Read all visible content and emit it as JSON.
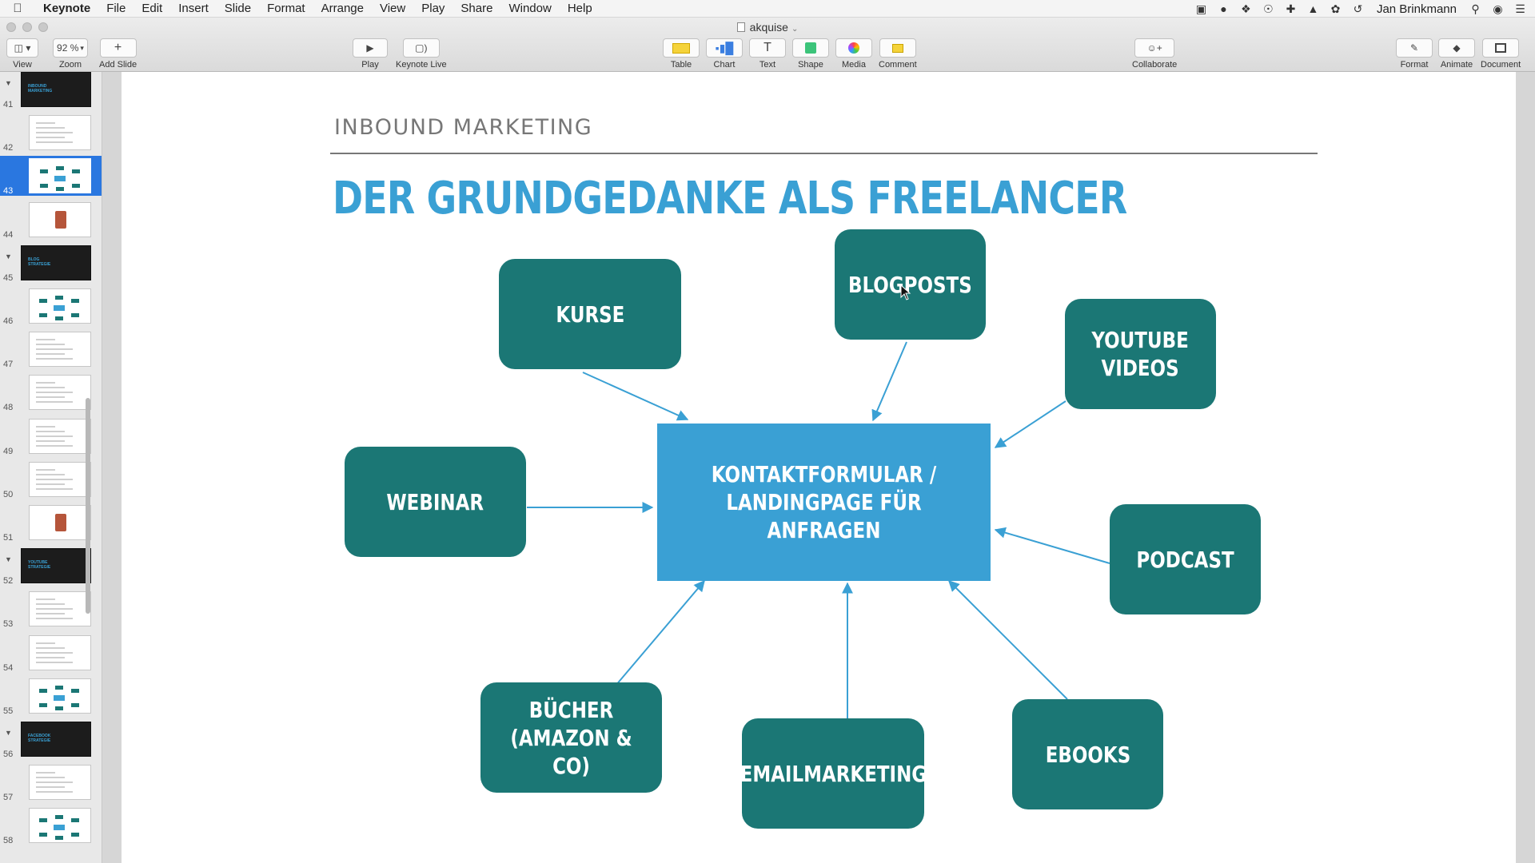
{
  "menubar": {
    "apple": "",
    "items": [
      "Keynote",
      "File",
      "Edit",
      "Insert",
      "Slide",
      "Format",
      "Arrange",
      "View",
      "Play",
      "Share",
      "Window",
      "Help"
    ],
    "user": "Jan Brinkmann"
  },
  "window": {
    "title": "akquise"
  },
  "toolbar": {
    "view_label": "View",
    "zoom_value": "92 %",
    "zoom_label": "Zoom",
    "add_slide_label": "Add Slide",
    "play_label": "Play",
    "keynote_live_label": "Keynote Live",
    "table_label": "Table",
    "chart_label": "Chart",
    "text_label": "Text",
    "shape_label": "Shape",
    "media_label": "Media",
    "comment_label": "Comment",
    "collaborate_label": "Collaborate",
    "format_label": "Format",
    "animate_label": "Animate",
    "document_label": "Document"
  },
  "navigator": {
    "slides": [
      {
        "num": "41",
        "style": "dark",
        "group": true,
        "text": "INBOUND\nMARKETING"
      },
      {
        "num": "42",
        "style": "text"
      },
      {
        "num": "43",
        "style": "diagram",
        "selected": true
      },
      {
        "num": "44",
        "style": "image"
      },
      {
        "num": "45",
        "style": "dark",
        "group": true,
        "text": "BLOG\nSTRATEGIE"
      },
      {
        "num": "46",
        "style": "diagram"
      },
      {
        "num": "47",
        "style": "text"
      },
      {
        "num": "48",
        "style": "text"
      },
      {
        "num": "49",
        "style": "text"
      },
      {
        "num": "50",
        "style": "text"
      },
      {
        "num": "51",
        "style": "image"
      },
      {
        "num": "52",
        "style": "dark",
        "group": true,
        "text": "YOUTUBE\nSTRATEGIE"
      },
      {
        "num": "53",
        "style": "text"
      },
      {
        "num": "54",
        "style": "text"
      },
      {
        "num": "55",
        "style": "diagram"
      },
      {
        "num": "56",
        "style": "dark",
        "group": true,
        "text": "FACEBOOK\nSTRATEGIE"
      },
      {
        "num": "57",
        "style": "text"
      },
      {
        "num": "58",
        "style": "diagram"
      }
    ]
  },
  "slide": {
    "kicker": "INBOUND MARKETING",
    "title": "DER GRUNDGEDANKE ALS FREELANCER",
    "center": "KONTAKTFORMULAR /\nLANDINGPAGE FÜR ANFRAGEN",
    "nodes": {
      "kurse": "KURSE",
      "blogposts": "BLOGPOSTS",
      "youtube": "YOUTUBE\nVIDEOS",
      "webinar": "WEBINAR",
      "podcast": "PODCAST",
      "buecher": "BÜCHER\n(AMAZON & CO)",
      "emailmarketing": "EMAILMARKETING",
      "ebooks": "EBOOKS"
    }
  },
  "colors": {
    "node": "#1b7775",
    "center": "#3aa0d4",
    "title": "#3aa0d4",
    "arrow": "#3aa0d4",
    "selection": "#2a77e0"
  }
}
